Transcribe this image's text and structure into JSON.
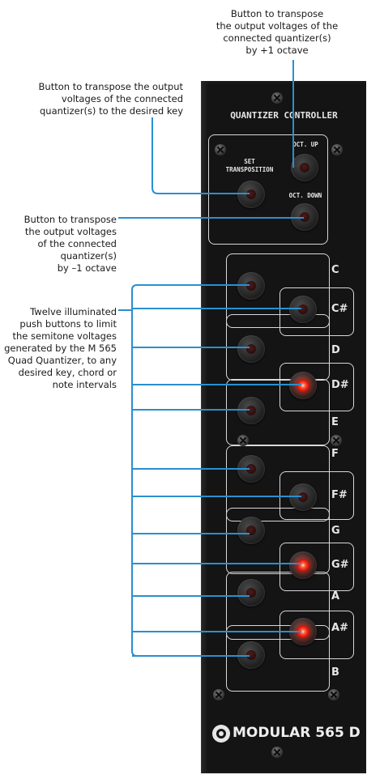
{
  "annotations": {
    "oct_up": [
      "Button to transpose",
      "the output voltages of the",
      "connected quantizer(s)",
      "by +1 octave"
    ],
    "set_transposition": [
      "Button to transpose the output",
      "voltages of the connected",
      "quantizer(s) to the desired key"
    ],
    "oct_down": [
      "Button to transpose",
      "the output voltages",
      "of the connected",
      "quantizer(s)",
      "by –1 octave"
    ],
    "keys": [
      "Twelve illuminated",
      "push buttons to limit",
      "the semitone voltages",
      "generated by the M 565",
      "Quad Quantizer, to any",
      "desired key, chord or",
      "note intervals"
    ]
  },
  "panel": {
    "title": "QUANTIZER CONTROLLER",
    "set_label_1": "SET",
    "set_label_2": "TRANSPOSITION",
    "oct_up_label": "OCT. UP",
    "oct_down_label": "OCT. DOWN",
    "brand": "MODULAR 565 D"
  },
  "keys": [
    {
      "label": "C",
      "lit": false
    },
    {
      "label": "C#",
      "lit": false
    },
    {
      "label": "D",
      "lit": false
    },
    {
      "label": "D#",
      "lit": true
    },
    {
      "label": "E",
      "lit": false
    },
    {
      "label": "F",
      "lit": false
    },
    {
      "label": "F#",
      "lit": false
    },
    {
      "label": "G",
      "lit": false
    },
    {
      "label": "G#",
      "lit": true
    },
    {
      "label": "A",
      "lit": false
    },
    {
      "label": "A#",
      "lit": true
    },
    {
      "label": "B",
      "lit": false
    }
  ],
  "colors": {
    "leader_line": "#2a8fd0",
    "panel": "#141414",
    "led_on": "#e21b0c"
  }
}
